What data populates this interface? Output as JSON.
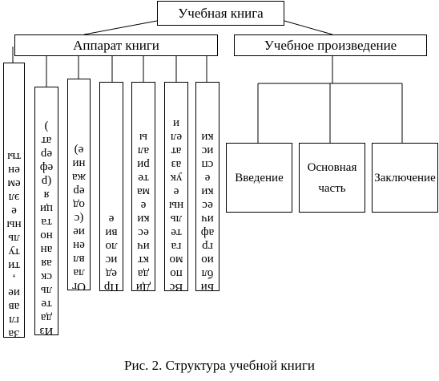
{
  "root": {
    "label": "Учебная книга"
  },
  "left_branch": {
    "label": "Аппарат книги",
    "items": [
      {
        "text": "Заглавие, титульные элементы"
      },
      {
        "text": "Издательская аннотация (реферат)"
      },
      {
        "text": "Оглавление (содержание)"
      },
      {
        "text": "Предисловие"
      },
      {
        "text": "Дидактические материалы"
      },
      {
        "text": "Вспомогательные указатели"
      },
      {
        "text": "Библиографические списки"
      }
    ]
  },
  "right_branch": {
    "label": "Учебное произведение",
    "items": [
      {
        "text": "Введение"
      },
      {
        "text": "Основная часть"
      },
      {
        "text": "Заключение"
      }
    ]
  },
  "caption": "Рис. 2. Структура учебной книги"
}
